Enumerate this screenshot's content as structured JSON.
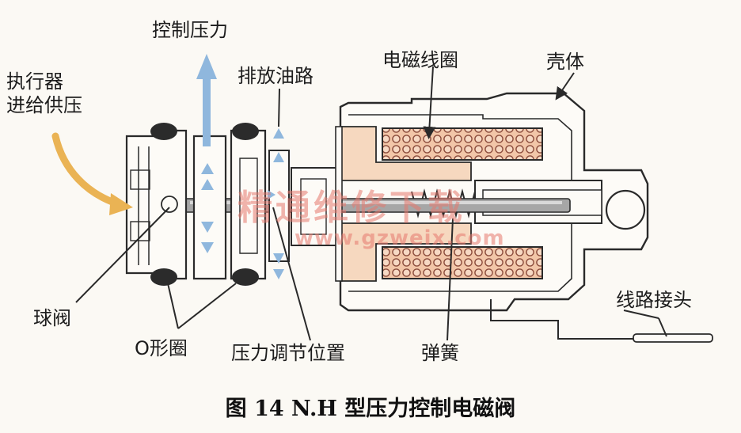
{
  "labels": {
    "control_pressure": "控制压力",
    "actuator_supply": "执行器\n进给供压",
    "drain_path": "排放油路",
    "solenoid_coil": "电磁线圈",
    "housing": "壳体",
    "ball_valve": "球阀",
    "o_ring": "O形圈",
    "pressure_regulating_position": "压力调节位置",
    "spring": "弹簧",
    "wire_connector": "线路接头"
  },
  "watermark": {
    "cn": "精通维修下载",
    "url": "www.gzweix.com"
  },
  "caption": "图 14   N.H 型压力控制电磁阀",
  "colors": {
    "line": "#2a2a2a",
    "coil": "#f2c6a8",
    "core": "#f6d8bf",
    "arrow_blue": "#8fb7dd",
    "arrow_orange": "#eab354",
    "shaft": "#9c9c9c"
  }
}
